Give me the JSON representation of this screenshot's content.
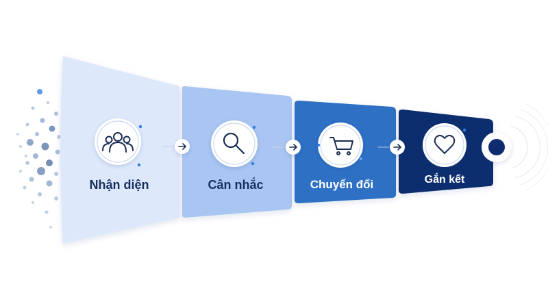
{
  "diagram": {
    "stages": [
      {
        "label": "Nhận diện",
        "icon": "users-icon"
      },
      {
        "label": "Cân nhắc",
        "icon": "search-icon"
      },
      {
        "label": "Chuyển đổi",
        "icon": "cart-icon"
      },
      {
        "label": "Gắn kết",
        "icon": "heart-icon"
      }
    ],
    "connector_icon": "arrow-right-icon",
    "end_icon": "target-icon",
    "colors": {
      "stage_1": "#dde8fb",
      "stage_2": "#a9c5f1",
      "stage_3": "#2f6fc4",
      "stage_4": "#0f2d6e",
      "label_dark": "#17305e",
      "label_light": "#ffffff",
      "icon_stroke": "#1a2c55",
      "dot_accent": "#2f7de1",
      "particles": "#8aa6cc",
      "background": "#ffffff"
    }
  }
}
